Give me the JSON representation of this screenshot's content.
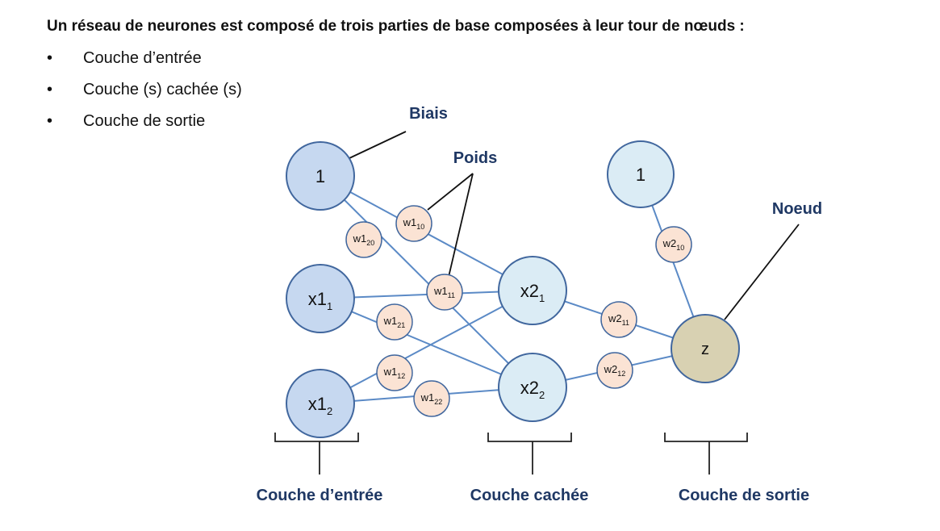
{
  "heading": "Un réseau de neurones est composé de trois parties de base composées à leur tour de nœuds :",
  "bullets": [
    "Couche d’entrée",
    "Couche (s) cachée (s)",
    "Couche de sortie"
  ],
  "bullet_marker": "•",
  "annotations": {
    "biais": "Biais",
    "poids": "Poids",
    "noeud": "Noeud"
  },
  "layer_labels": {
    "input": "Couche d’entrée",
    "hidden": "Couche cachée",
    "output": "Couche de sortie"
  },
  "nodes": {
    "bias1": {
      "main": "1"
    },
    "x1_1": {
      "main": "x1",
      "sub": "1"
    },
    "x1_2": {
      "main": "x1",
      "sub": "2"
    },
    "x2_1": {
      "main": "x2",
      "sub": "1"
    },
    "x2_2": {
      "main": "x2",
      "sub": "2"
    },
    "bias2": {
      "main": "1"
    },
    "z": {
      "main": "z"
    }
  },
  "weights": {
    "w1_10": {
      "main": "w1",
      "sub": "10"
    },
    "w1_20": {
      "main": "w1",
      "sub": "20"
    },
    "w1_11": {
      "main": "w1",
      "sub": "11"
    },
    "w1_21": {
      "main": "w1",
      "sub": "21"
    },
    "w1_12": {
      "main": "w1",
      "sub": "12"
    },
    "w1_22": {
      "main": "w1",
      "sub": "22"
    },
    "w2_10": {
      "main": "w2",
      "sub": "10"
    },
    "w2_11": {
      "main": "w2",
      "sub": "11"
    },
    "w2_12": {
      "main": "w2",
      "sub": "12"
    }
  },
  "colors": {
    "input_fill": "#c6d8f0",
    "hidden_fill": "#dbecf5",
    "output_fill": "#d8d1b2",
    "weight_fill": "#fbe3d4",
    "edge": "#5b8ac6",
    "circle_stroke": "#41679e",
    "label_dark": "#1f3864"
  }
}
